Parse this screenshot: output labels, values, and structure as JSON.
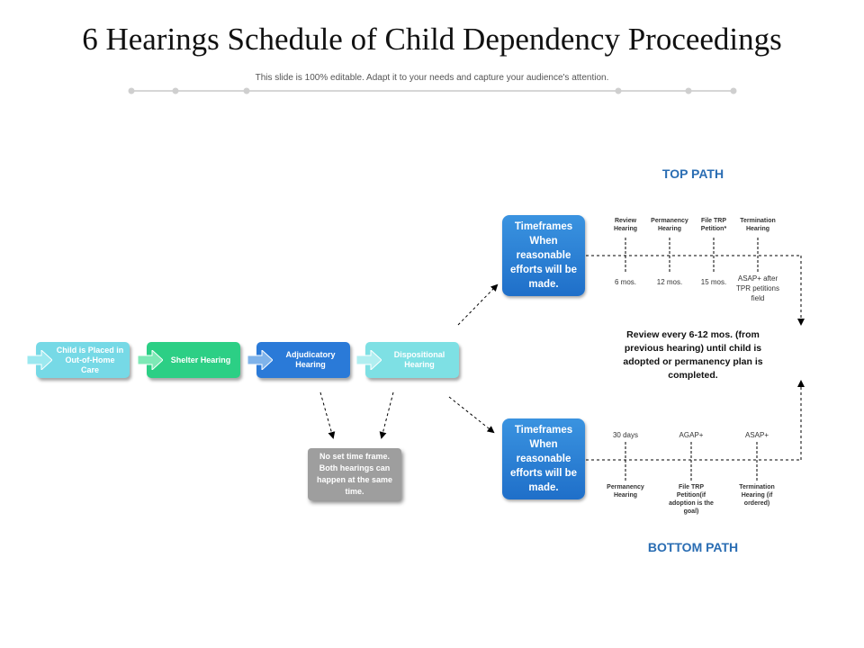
{
  "title": "6 Hearings Schedule of Child Dependency Proceedings",
  "subtitle": "This slide is 100% editable. Adapt it to your needs and capture your audience's attention.",
  "colors": {
    "step1": "#76d9e6",
    "step2": "#2ccf85",
    "step3": "#2a7ad8",
    "step4": "#7ee0e4",
    "timeframe_box": "#2a7ad8",
    "note_box": "#9e9e9e",
    "path_label": "#2a6db3"
  },
  "steps": [
    {
      "label": "Child is Placed in Out-of-Home Care"
    },
    {
      "label": "Shelter Hearing"
    },
    {
      "label": "Adjudicatory Hearing"
    },
    {
      "label": "Dispositional Hearing"
    }
  ],
  "note": "No set time frame. Both hearings can happen at the same time.",
  "top_path": {
    "label": "TOP PATH",
    "box": "Timeframes When reasonable efforts will be made.",
    "hearings": [
      "Review Hearing",
      "Permanency Hearing",
      "File TRP Petition*",
      "Termination Hearing"
    ],
    "times": [
      "6 mos.",
      "12 mos.",
      "15 mos.",
      "ASAP+ after TPR petitions field"
    ]
  },
  "review_note": "Review every 6-12 mos. (from previous hearing) until child is adopted or permanency plan is completed.",
  "bottom_path": {
    "label": "BOTTOM PATH",
    "box": "Timeframes When reasonable efforts will be made.",
    "times": [
      "30 days",
      "AGAP+",
      "ASAP+"
    ],
    "hearings": [
      "Permanency Hearing",
      "File TRP Petition(if adoption is the goal)",
      "Termination Hearing (if ordered)"
    ]
  }
}
